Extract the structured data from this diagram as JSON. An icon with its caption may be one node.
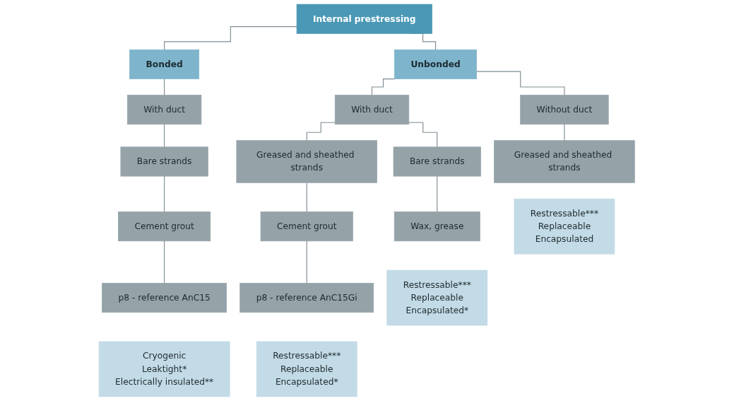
{
  "diagram": {
    "nodes": [
      {
        "text": [
          "Internal prestressing"
        ]
      },
      {
        "text": [
          "Bonded"
        ]
      },
      {
        "text": [
          "Unbonded"
        ]
      },
      {
        "text": [
          "With duct"
        ]
      },
      {
        "text": [
          "Without duct"
        ]
      },
      {
        "text": [
          "With duct"
        ]
      },
      {
        "text": [
          "Bare strands"
        ]
      },
      {
        "text": [
          "Greased and sheathed strands"
        ]
      },
      {
        "text": [
          "Greased and sheathed strands"
        ]
      },
      {
        "text": [
          "Bare strands"
        ]
      },
      {
        "text": [
          "Cement grout"
        ]
      },
      {
        "text": [
          "Cement grout"
        ]
      },
      {
        "text": [
          "Wax, grease"
        ]
      },
      {
        "text": [
          "p8 - reference AnC15"
        ]
      },
      {
        "text": [
          "p8 - reference AnC15Gi"
        ]
      },
      {
        "text": [
          "Cryogenic",
          "Leaktight*",
          "Electrically insulated**"
        ]
      },
      {
        "text": [
          "Restressable***",
          "Replaceable",
          "Encapsulated"
        ]
      },
      {
        "text": [
          "Restressable***",
          "Replaceable",
          "Encapsulated*"
        ]
      },
      {
        "text": [
          "Restressable***",
          "Replaceable",
          "Encapsulated*"
        ]
      }
    ],
    "edges": [
      {
        "from": 0,
        "to": 1,
        "arrow": "none"
      },
      {
        "from": 0,
        "to": 2,
        "arrow": "none"
      },
      {
        "from": 1,
        "to": 3,
        "arrow": "none"
      },
      {
        "from": 2,
        "to": 4,
        "arrow": "none"
      },
      {
        "from": 2,
        "to": 5,
        "arrow": "none"
      },
      {
        "from": 3,
        "to": 6,
        "arrow": "none"
      },
      {
        "from": 4,
        "to": 7,
        "arrow": "none"
      },
      {
        "from": 5,
        "to": 8,
        "arrow": "none"
      },
      {
        "from": 5,
        "to": 9,
        "arrow": "none"
      },
      {
        "from": 6,
        "to": 10,
        "arrow": "none"
      },
      {
        "from": 8,
        "to": 11,
        "arrow": "none"
      },
      {
        "from": 9,
        "to": 12,
        "arrow": "none"
      },
      {
        "from": 10,
        "to": 13,
        "arrow": "none"
      },
      {
        "from": 11,
        "to": 14,
        "arrow": "none"
      }
    ]
  }
}
